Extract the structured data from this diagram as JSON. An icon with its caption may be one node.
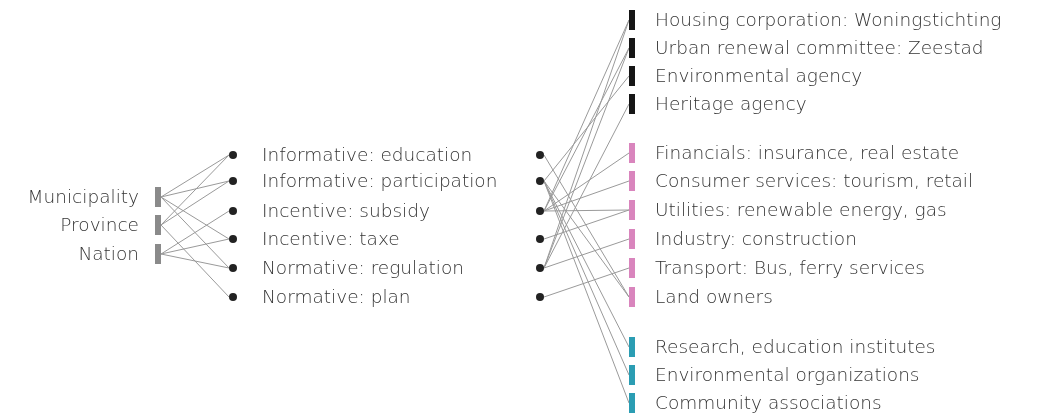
{
  "diagram": {
    "nodes": [
      {
        "text": [
          "Municipality"
        ]
      },
      {
        "text": [
          "Province"
        ]
      },
      {
        "text": [
          "Nation"
        ]
      },
      {
        "text": [
          "Informative: education"
        ]
      },
      {
        "text": [
          "Informative: participation"
        ]
      },
      {
        "text": [
          "Incentive: subsidy"
        ]
      },
      {
        "text": [
          "Incentive: taxe"
        ]
      },
      {
        "text": [
          "Normative: regulation"
        ]
      },
      {
        "text": [
          "Normative: plan"
        ]
      },
      {
        "text": [],
        "shape": "circle"
      },
      {
        "text": [],
        "shape": "circle"
      },
      {
        "text": [],
        "shape": "circle"
      },
      {
        "text": [],
        "shape": "circle"
      },
      {
        "text": [],
        "shape": "circle"
      },
      {
        "text": [],
        "shape": "circle"
      },
      {
        "text": [
          "Housing corporation: Woningstichting"
        ]
      },
      {
        "text": [
          "Urban renewal committee: Zeestad"
        ]
      },
      {
        "text": [
          "Environmental agency"
        ]
      },
      {
        "text": [
          "Heritage agency"
        ]
      },
      {
        "text": [
          "Financials: insurance, real estate"
        ]
      },
      {
        "text": [
          "Consumer services: tourism, retail"
        ]
      },
      {
        "text": [
          "Utilities: renewable energy, gas"
        ]
      },
      {
        "text": [
          "Industry: construction"
        ]
      },
      {
        "text": [
          "Transport: Bus, ferry services"
        ]
      },
      {
        "text": [
          "Land owners"
        ]
      },
      {
        "text": [
          "Research, education institutes"
        ]
      },
      {
        "text": [
          "Environmental organizations"
        ]
      },
      {
        "text": [
          "Community associations"
        ]
      }
    ],
    "edges": [
      {
        "from": 0,
        "to": 3,
        "arrow": "none"
      },
      {
        "from": 0,
        "to": 4,
        "arrow": "none"
      },
      {
        "from": 0,
        "to": 6,
        "arrow": "none"
      },
      {
        "from": 0,
        "to": 7,
        "arrow": "none"
      },
      {
        "from": 1,
        "to": 3,
        "arrow": "none"
      },
      {
        "from": 1,
        "to": 4,
        "arrow": "none"
      },
      {
        "from": 1,
        "to": 8,
        "arrow": "none"
      },
      {
        "from": 2,
        "to": 5,
        "arrow": "none"
      },
      {
        "from": 2,
        "to": 6,
        "arrow": "none"
      },
      {
        "from": 2,
        "to": 7,
        "arrow": "none"
      },
      {
        "from": 9,
        "to": 24,
        "arrow": "none"
      },
      {
        "from": 10,
        "to": 17,
        "arrow": "none"
      },
      {
        "from": 10,
        "to": 24,
        "arrow": "none"
      },
      {
        "from": 10,
        "to": 25,
        "arrow": "none"
      },
      {
        "from": 10,
        "to": 26,
        "arrow": "none"
      },
      {
        "from": 10,
        "to": 27,
        "arrow": "none"
      },
      {
        "from": 11,
        "to": 15,
        "arrow": "none"
      },
      {
        "from": 11,
        "to": 16,
        "arrow": "none"
      },
      {
        "from": 11,
        "to": 19,
        "arrow": "none"
      },
      {
        "from": 11,
        "to": 20,
        "arrow": "none"
      },
      {
        "from": 11,
        "to": 21,
        "arrow": "none"
      },
      {
        "from": 12,
        "to": 21,
        "arrow": "none"
      },
      {
        "from": 13,
        "to": 15,
        "arrow": "none"
      },
      {
        "from": 13,
        "to": 16,
        "arrow": "none"
      },
      {
        "from": 13,
        "to": 18,
        "arrow": "none"
      },
      {
        "from": 13,
        "to": 22,
        "arrow": "none"
      },
      {
        "from": 14,
        "to": 23,
        "arrow": "none"
      }
    ]
  }
}
